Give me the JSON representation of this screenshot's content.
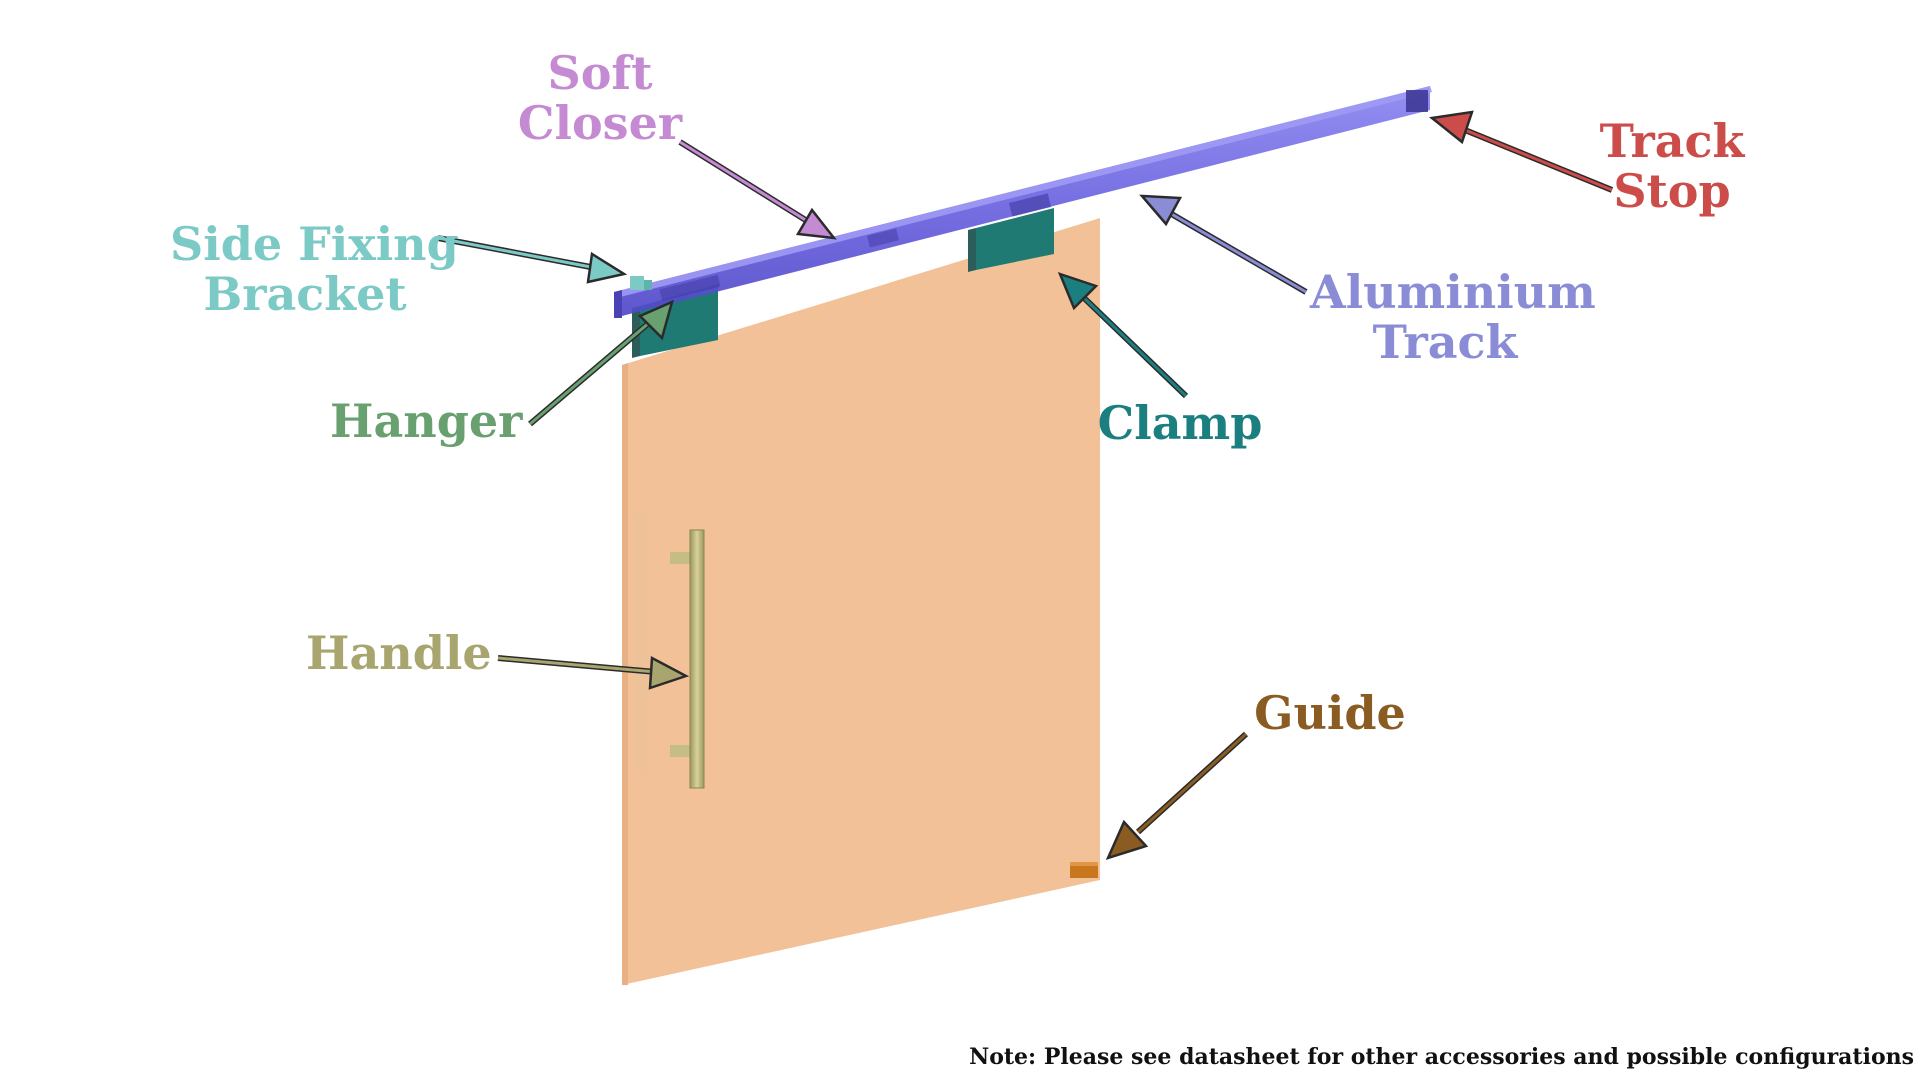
{
  "labels": {
    "soft_closer": {
      "line1": "Soft",
      "line2": "Closer",
      "color": "#c48ad2"
    },
    "track_stop": {
      "line1": "Track",
      "line2": "Stop",
      "color": "#cc4c4a"
    },
    "side_fixing_bracket": {
      "line1": "Side Fixing",
      "line2": "Bracket",
      "color": "#7ccac6"
    },
    "aluminium_track": {
      "line1": "Aluminium",
      "line2": "Track",
      "color": "#8a8cd6"
    },
    "hanger": {
      "text": "Hanger",
      "color": "#68a070"
    },
    "clamp": {
      "text": "Clamp",
      "color": "#1b7f80"
    },
    "handle": {
      "text": "Handle",
      "color": "#a8a66e"
    },
    "guide": {
      "text": "Guide",
      "color": "#8a5c22"
    }
  },
  "note": "Note: Please see datasheet for other accessories and possible configurations",
  "colors": {
    "door": "#f2c197",
    "track": "#6b63e0",
    "clamp": "#1f7a73",
    "handle": "#c4be84",
    "guide": "#c9771f"
  }
}
